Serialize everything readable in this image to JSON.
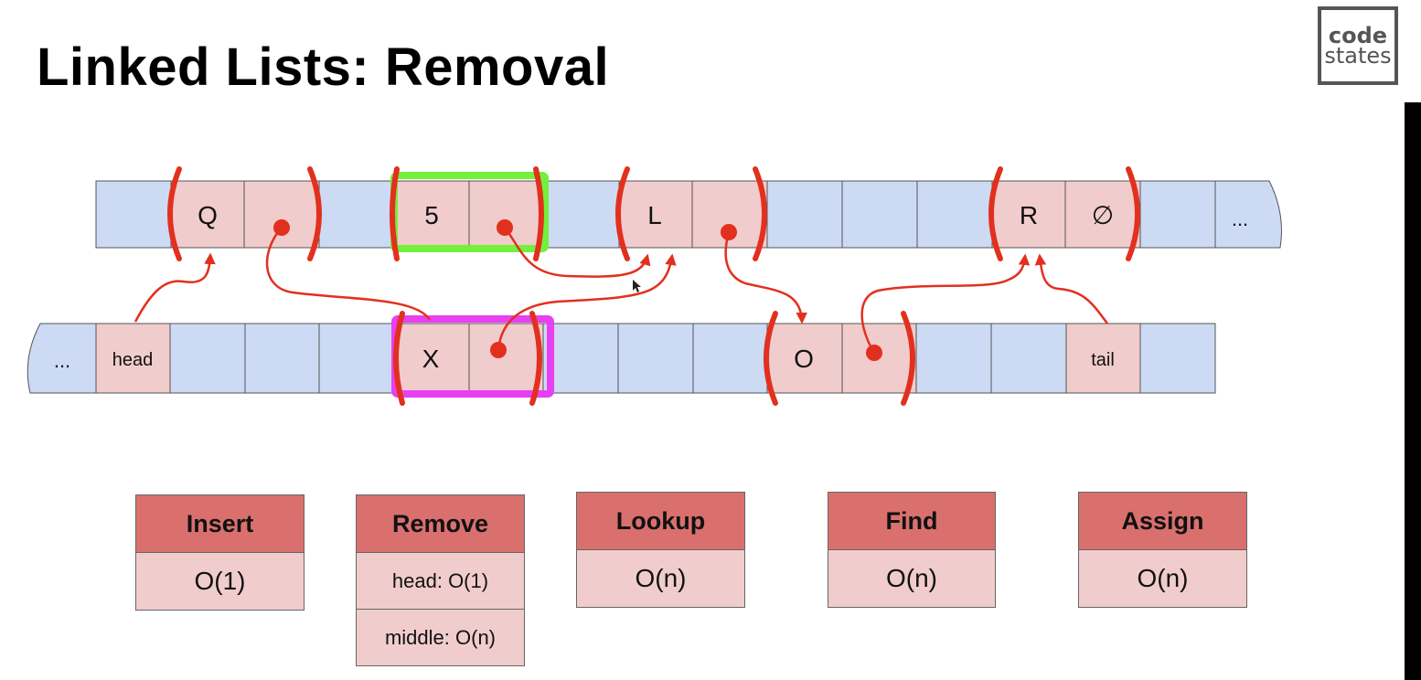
{
  "title": "Linked Lists: Removal",
  "logo": {
    "line1": "code",
    "line2": "states"
  },
  "top_row": {
    "Q": "Q",
    "five": "5",
    "L": "L",
    "R": "R",
    "null": "∅",
    "ellipsis": "..."
  },
  "bottom_row": {
    "ellipsis": "...",
    "head": "head",
    "X": "X",
    "O": "O",
    "tail": "tail"
  },
  "tables": {
    "insert": {
      "header": "Insert",
      "rows": [
        "O(1)"
      ]
    },
    "remove": {
      "header": "Remove",
      "rows": [
        "head: O(1)",
        "middle: O(n)"
      ]
    },
    "lookup": {
      "header": "Lookup",
      "rows": [
        "O(n)"
      ]
    },
    "find": {
      "header": "Find",
      "rows": [
        "O(n)"
      ]
    },
    "assign": {
      "header": "Assign",
      "rows": [
        "O(n)"
      ]
    }
  },
  "colors": {
    "memory_cell": "#ccdaf4",
    "node_cell": "#f1cccc",
    "pointer": "#e2301f",
    "removed_highlight": "#73f03b",
    "temp_highlight": "#e83ff0",
    "table_header": "#d9706e"
  }
}
